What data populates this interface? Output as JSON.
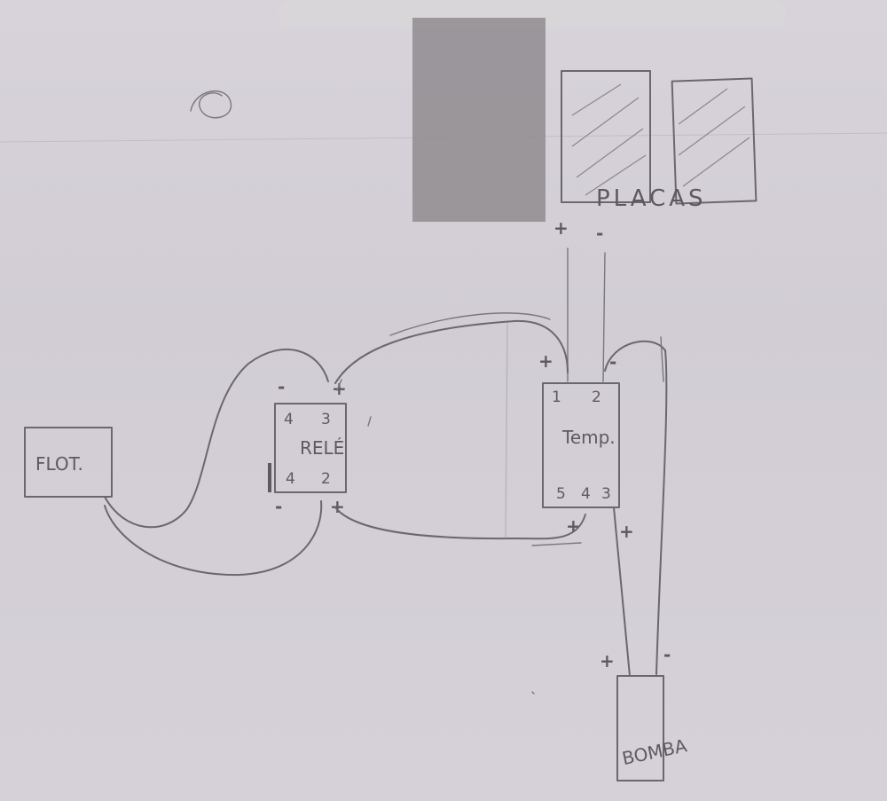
{
  "components": {
    "flot": {
      "label": "FLOT."
    },
    "rele": {
      "label": "RELÉ",
      "pin_tl": "4",
      "pin_tr": "3",
      "pin_bl": "4",
      "pin_br": "2"
    },
    "temp": {
      "label": "Temp.",
      "pin_1": "1",
      "pin_2": "2",
      "pin_5": "5",
      "pin_4": "4",
      "pin_3": "3"
    },
    "placas": {
      "label": "PLACAS"
    },
    "bomba": {
      "label": "BOMBA"
    }
  },
  "signs": {
    "plus": "+",
    "minus": "-"
  },
  "colors": {
    "paper": "#d4cfd6",
    "pencil": "#6b6670",
    "redaction": "#8f8c8f"
  }
}
